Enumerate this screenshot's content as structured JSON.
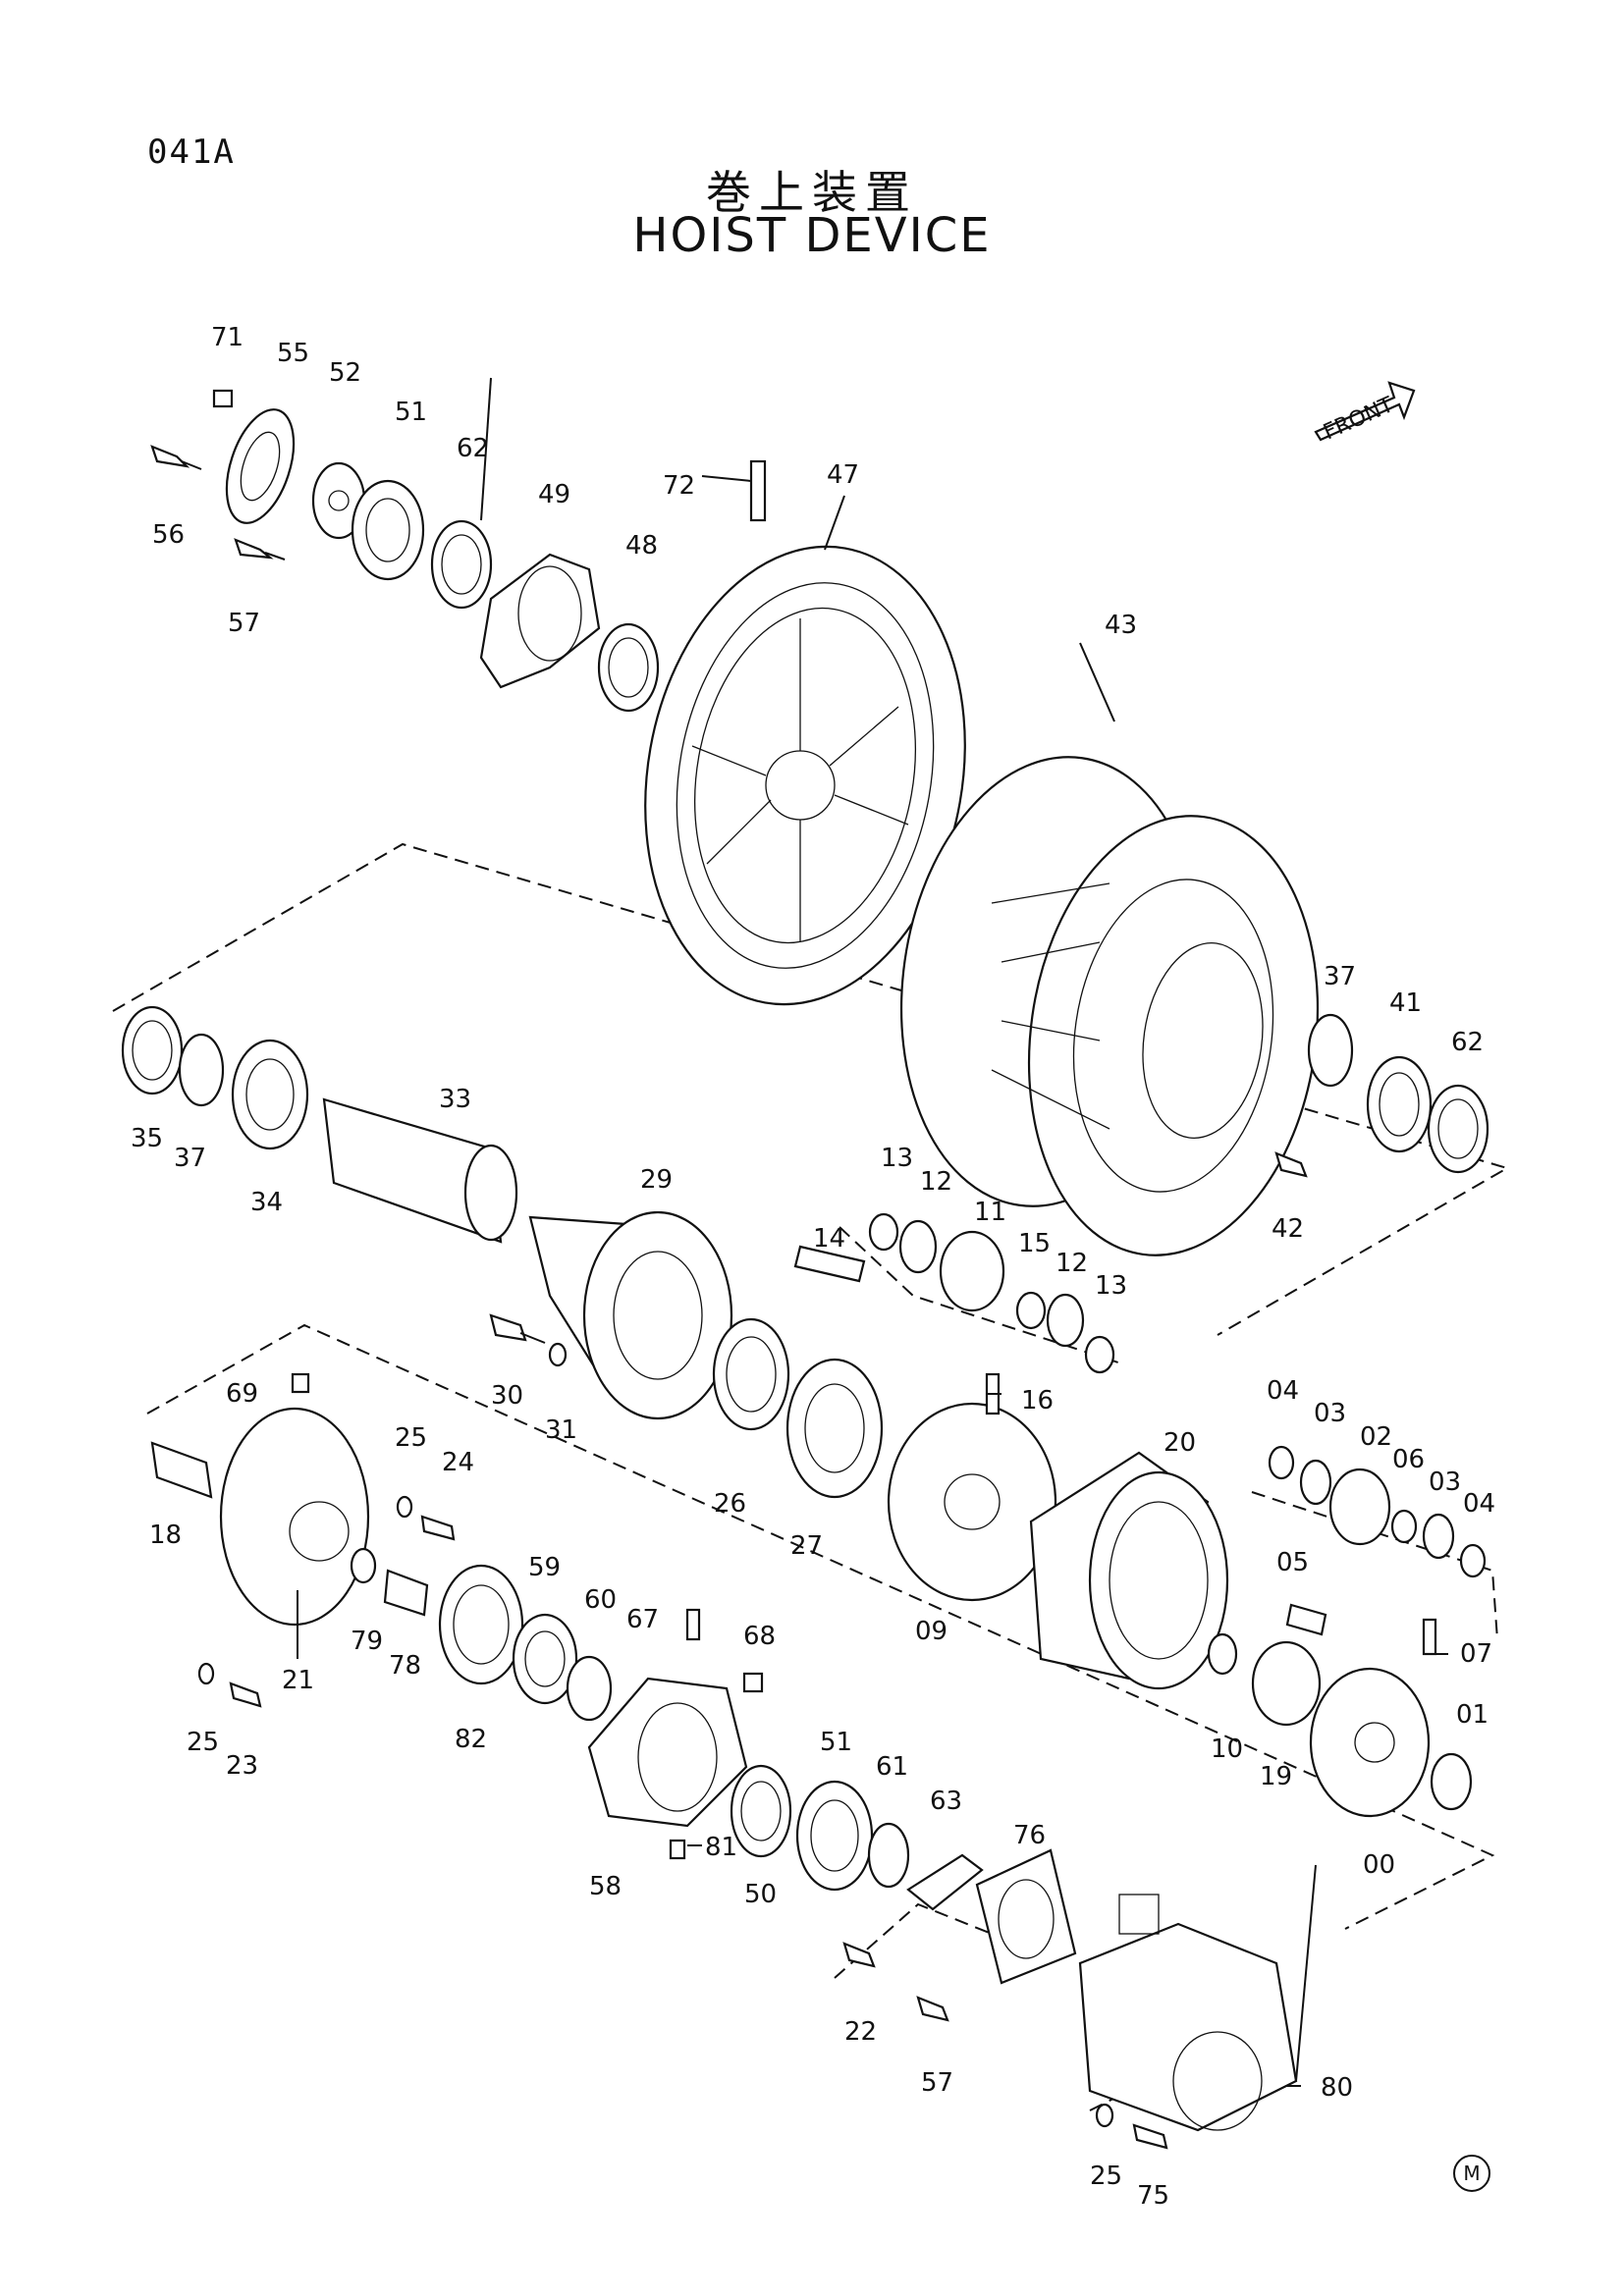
{
  "header": {
    "page_code": "041A",
    "title_jp": "巻上装置",
    "title_en": "HOIST DEVICE",
    "front_label": "FRONT",
    "corner_mark": "M"
  },
  "callouts": [
    "71",
    "55",
    "52",
    "51",
    "62",
    "49",
    "56",
    "57",
    "72",
    "47",
    "48",
    "43",
    "37",
    "41",
    "62",
    "35",
    "37",
    "34",
    "33",
    "29",
    "42",
    "13",
    "12",
    "11",
    "15",
    "12",
    "13",
    "14",
    "16",
    "30",
    "31",
    "26",
    "27",
    "69",
    "25",
    "24",
    "18",
    "04",
    "03",
    "02",
    "06",
    "03",
    "04",
    "20",
    "09",
    "05",
    "07",
    "59",
    "60",
    "67",
    "68",
    "79",
    "78",
    "82",
    "21",
    "10",
    "19",
    "01",
    "00",
    "25",
    "23",
    "58",
    "81",
    "51",
    "61",
    "50",
    "63",
    "76",
    "22",
    "57",
    "80",
    "25",
    "75"
  ]
}
